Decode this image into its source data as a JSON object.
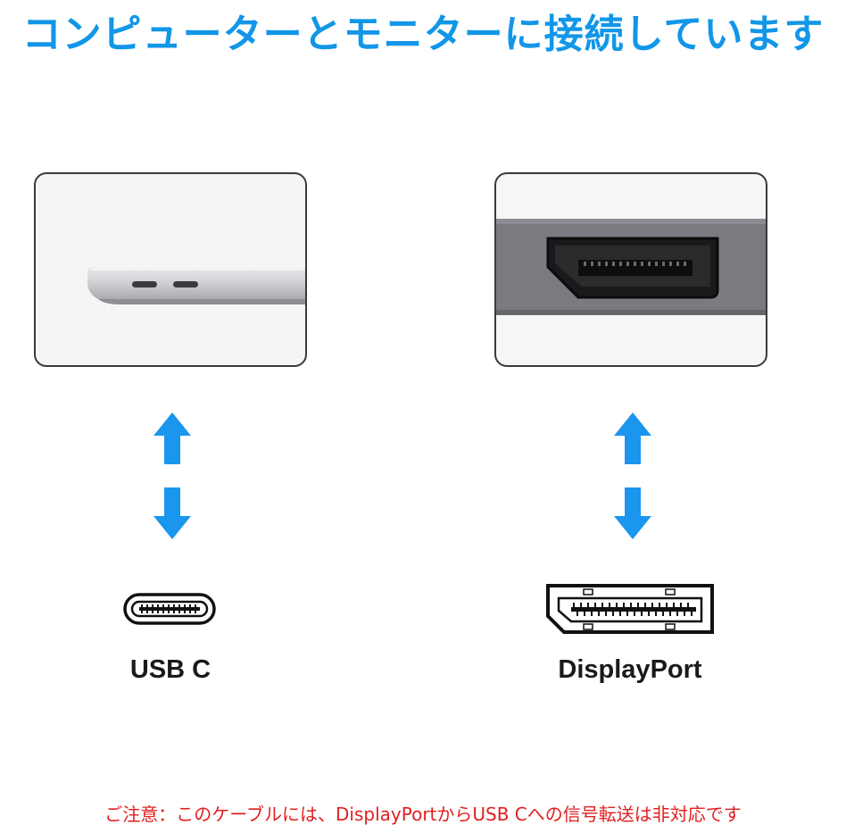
{
  "title": "コンピューターとモニターに接続しています",
  "left": {
    "label": "USB C"
  },
  "right": {
    "label": "DisplayPort"
  },
  "note": "ご注意：このケーブルには、DisplayPortからUSB Cへの信号転送は非対応です",
  "colors": {
    "title": "#1296e8",
    "arrow": "#1a96ee",
    "note": "#e02020"
  }
}
